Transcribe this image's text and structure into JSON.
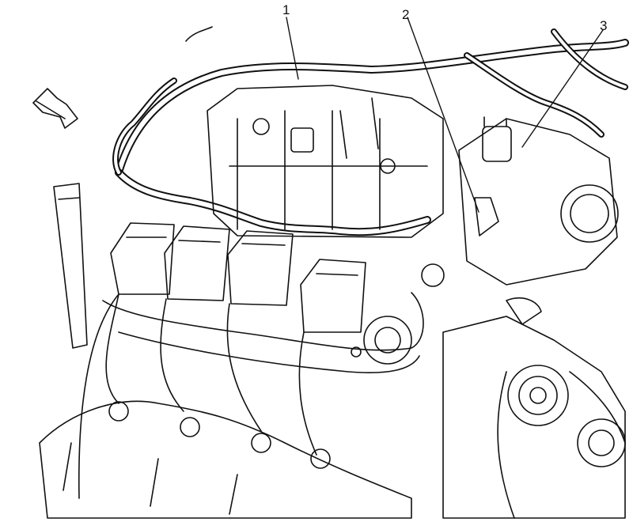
{
  "diagram": {
    "callouts": [
      {
        "id": "callout-1",
        "label": "1"
      },
      {
        "id": "callout-2",
        "label": "2"
      },
      {
        "id": "callout-3",
        "label": "3"
      }
    ],
    "direction_arrow_icon": "front-direction-arrow-icon",
    "colors": {
      "line": "#111111",
      "background": "#ffffff"
    }
  }
}
